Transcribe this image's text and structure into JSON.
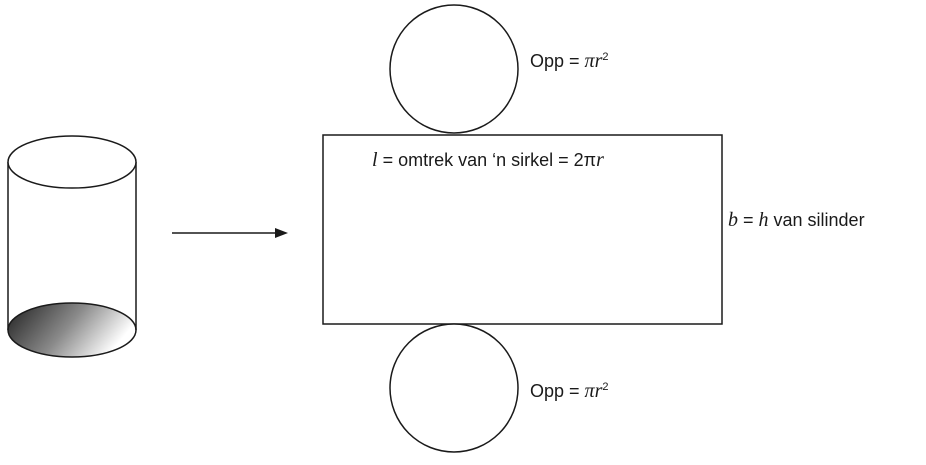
{
  "labels": {
    "top_circle_area": {
      "prefix": "Opp = ",
      "symbol": "πr",
      "exponent": "2"
    },
    "bottom_circle_area": {
      "prefix": "Opp = ",
      "symbol": "πr",
      "exponent": "2"
    },
    "rectangle_length": {
      "variable": "l",
      "text": " = omtrek van ‘n sirkel = 2π",
      "tail": "r"
    },
    "rectangle_breadth": {
      "variable": "b",
      "eq": " = ",
      "variable2": "h",
      "text": " van silinder"
    }
  },
  "colors": {
    "stroke": "#1a1a1a",
    "background": "#ffffff",
    "shade_dark": "#1f1f1f",
    "shade_light": "#ffffff"
  }
}
